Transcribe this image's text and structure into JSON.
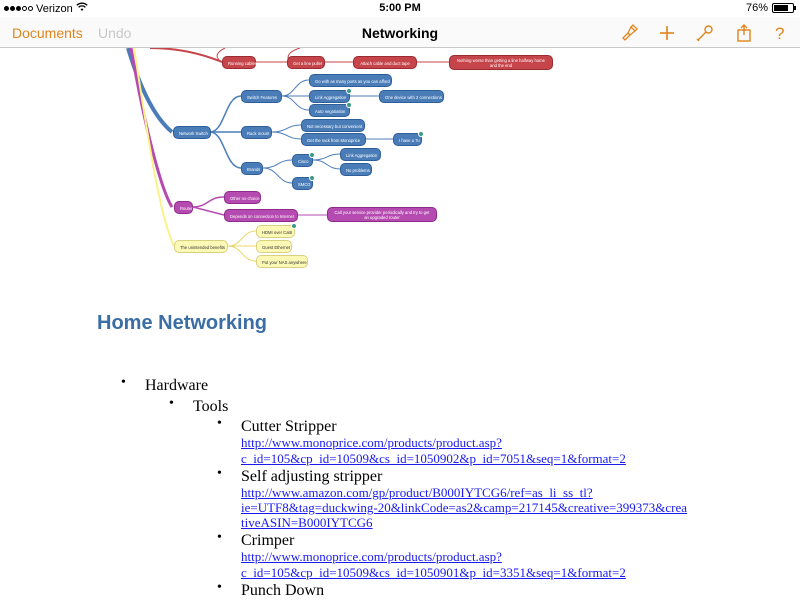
{
  "status_bar": {
    "carrier": "Verizon",
    "time": "5:00 PM",
    "battery": "76%",
    "battery_level": 0.76
  },
  "nav": {
    "documents_label": "Documents",
    "undo_label": "Undo",
    "title": "Networking",
    "icons": [
      "brush-icon",
      "plus-icon",
      "wrench-icon",
      "share-icon",
      "help-icon"
    ],
    "accent_color": "#e0841b"
  },
  "mindmap": {
    "colors": {
      "blue": "#4a7db8",
      "purple": "#b54bb0",
      "red": "#c5454a",
      "yellow": "#fcf8b5"
    },
    "red_branch": {
      "root": "Running cables",
      "child": "Get a line puller",
      "grandchild": "Attach cable and duct tape",
      "note": "Nothing worse than getting a line halfway home and the end"
    },
    "switch_branch": {
      "root": "Network Switch",
      "switch_features": "Switch Features",
      "as_many_ports": "Go with as many ports as you can afford",
      "link_aggregation": "Link Aggregation",
      "one_device": "One device with 2 connections",
      "auto_negotiation": "Auto negotiation",
      "rack_mount": "Rack mount",
      "not_necessary": "Not necessary but convenient",
      "get_rack": "Get the rack from Monoprice",
      "i_have_a_7u": "I have a 7u",
      "brands": "Brands",
      "cisco": "Cisco",
      "cisco_link_agg": "Link Aggregation",
      "no_problems": "No problems",
      "smcg": "SMCG"
    },
    "router_branch": {
      "root": "Router",
      "other_no_choice": "Other no choice",
      "depends": "Depends on connection to Internet",
      "call_provider": "Call your service provider periodically and try to get an upgraded router"
    },
    "benefits_branch": {
      "root": "The unintended benefits",
      "hdmi": "HDMI over Cat6",
      "guest": "Guest Ethernet",
      "nas": "Put your NAS anywhere"
    }
  },
  "document": {
    "heading": "Home Networking",
    "level1": "Hardware",
    "level2": "Tools",
    "items": [
      {
        "label": "Cutter Stripper",
        "link_lines": [
          "http://www.monoprice.com/products/product.asp?",
          "c_id=105&cp_id=10509&cs_id=1050902&p_id=7051&seq=1&format=2"
        ]
      },
      {
        "label": "Self adjusting stripper",
        "link_lines": [
          "http://www.amazon.com/gp/product/B000IYTCG6/ref=as_li_ss_tl?",
          "ie=UTF8&tag=duckwing-20&linkCode=as2&camp=217145&creative=399373&crea",
          "tiveASIN=B000IYTCG6"
        ]
      },
      {
        "label": "Crimper",
        "link_lines": [
          "http://www.monoprice.com/products/product.asp?",
          "c_id=105&cp_id=10509&cs_id=1050901&p_id=3351&seq=1&format=2"
        ]
      },
      {
        "label": "Punch Down",
        "link_lines": []
      }
    ],
    "link_color": "#1a1aee",
    "heading_color": "#3a6ea5"
  }
}
